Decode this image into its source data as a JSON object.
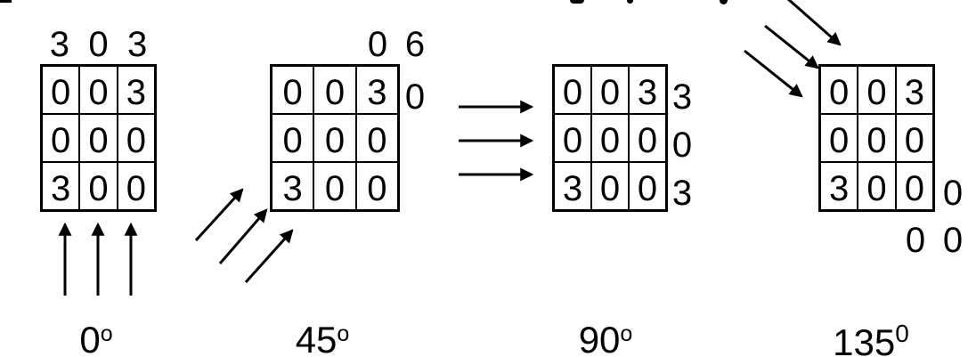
{
  "colors": {
    "ink": "#000000",
    "background": "#ffffff"
  },
  "panels": [
    {
      "name": "0-degrees",
      "angle": {
        "base": "0",
        "sup": "o"
      },
      "arrow_direction": "up",
      "top_values": [
        "3",
        "0",
        "3"
      ],
      "matrix": [
        [
          "0",
          "0",
          "3"
        ],
        [
          "0",
          "0",
          "0"
        ],
        [
          "3",
          "0",
          "0"
        ]
      ]
    },
    {
      "name": "45-degrees",
      "angle": {
        "base": "45",
        "sup": "o"
      },
      "arrow_direction": "up-right",
      "above_value": "0",
      "above_right_value": "6",
      "right_value": "0",
      "matrix": [
        [
          "0",
          "0",
          "3"
        ],
        [
          "0",
          "0",
          "0"
        ],
        [
          "3",
          "0",
          "0"
        ]
      ]
    },
    {
      "name": "90-degrees",
      "angle": {
        "base": "90",
        "sup": "o"
      },
      "arrow_direction": "right",
      "right_values": [
        "3",
        "0",
        "3"
      ],
      "matrix": [
        [
          "0",
          "0",
          "3"
        ],
        [
          "0",
          "0",
          "0"
        ],
        [
          "3",
          "0",
          "0"
        ]
      ]
    },
    {
      "name": "135-degrees",
      "angle": {
        "base": "135",
        "sup": "0"
      },
      "arrow_direction": "down-right",
      "right_value": "0",
      "below_values": [
        "0",
        "0"
      ],
      "matrix": [
        [
          "0",
          "0",
          "3"
        ],
        [
          "0",
          "0",
          "0"
        ],
        [
          "3",
          "0",
          "0"
        ]
      ]
    }
  ]
}
